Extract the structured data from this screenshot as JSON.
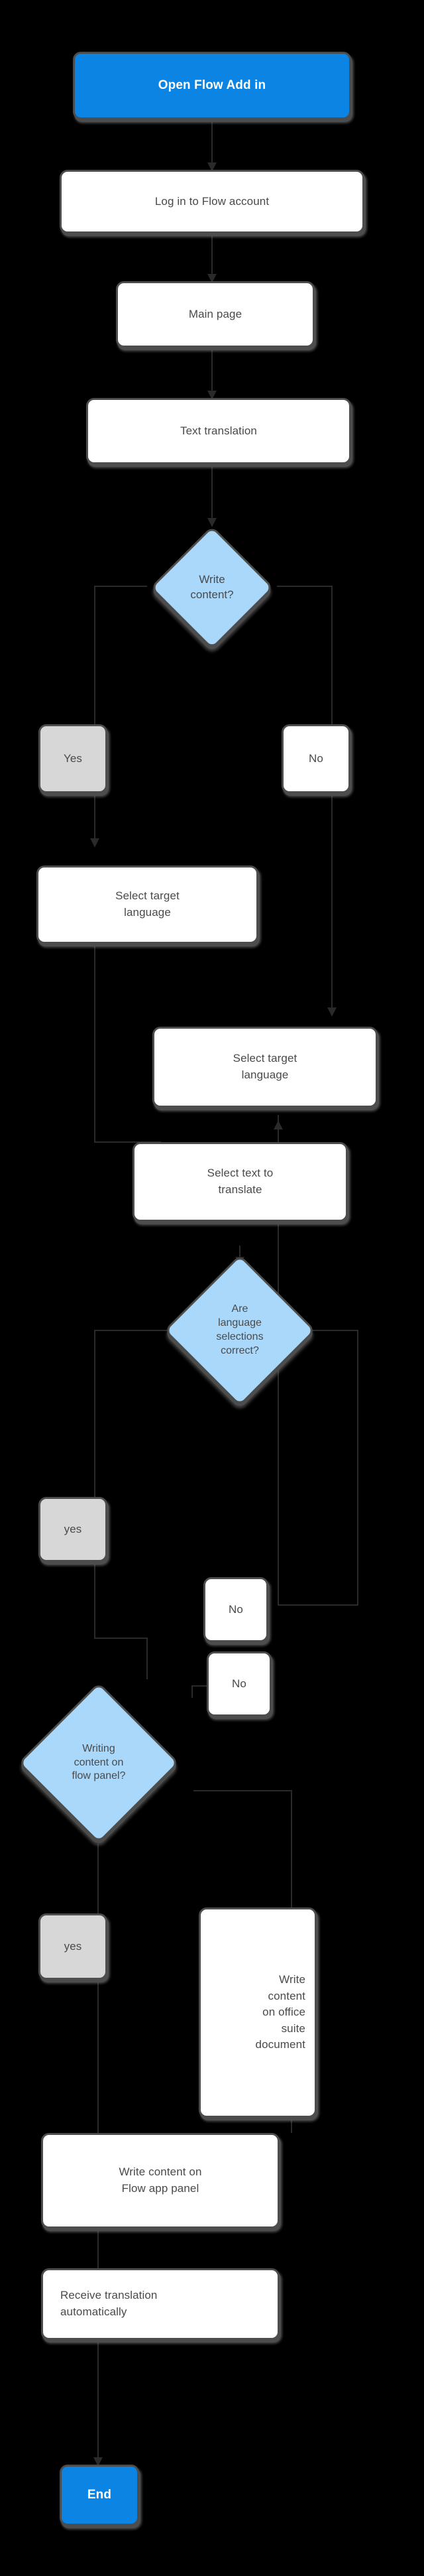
{
  "diagram": {
    "title": "Flow Add-in text translation flowchart",
    "background_color": "#000000",
    "accent_color": "#0b84e3",
    "decision_color": "#a9d8fb",
    "muted_color": "#d7d7d7",
    "node_border_color": "#4d4d4d",
    "text_color": "#4a4a4a"
  },
  "nodes": {
    "start": {
      "label": "Open Flow Add in",
      "type": "terminal"
    },
    "login": {
      "label": "Log in to Flow account",
      "type": "process"
    },
    "main_page": {
      "label": "Main page",
      "type": "process"
    },
    "text_translation": {
      "label": "Text translation",
      "type": "process"
    },
    "write_content_q": {
      "label": "Write\ncontent?",
      "type": "decision"
    },
    "write_yes": {
      "label": "Yes",
      "type": "label-yes"
    },
    "write_no": {
      "label": "No",
      "type": "label-no"
    },
    "select_target_1": {
      "label": "Select target\nlanguage",
      "type": "process"
    },
    "select_target_2": {
      "label": "Select target\nlanguage",
      "type": "process"
    },
    "select_text": {
      "label": "Select text to\ntranslate",
      "type": "process"
    },
    "lang_correct_q": {
      "label": "Are\nlanguage\nselections\ncorrect?",
      "type": "decision"
    },
    "lang_yes": {
      "label": "yes",
      "type": "label-yes"
    },
    "lang_no_1": {
      "label": "No",
      "type": "label-no"
    },
    "lang_no_2": {
      "label": "No",
      "type": "label-no"
    },
    "flow_panel_q": {
      "label": "Writing\ncontent on\nflow panel?",
      "type": "decision"
    },
    "panel_yes": {
      "label": "yes",
      "type": "label-yes"
    },
    "write_office": {
      "label": "Write\ncontent\non office\nsuite\ndocument",
      "type": "process"
    },
    "write_flow_panel": {
      "label": "Write content on\nFlow app panel",
      "type": "process"
    },
    "receive_translation": {
      "label": "Receive translation\nautomatically",
      "type": "process"
    },
    "end": {
      "label": "End",
      "type": "terminal"
    }
  }
}
